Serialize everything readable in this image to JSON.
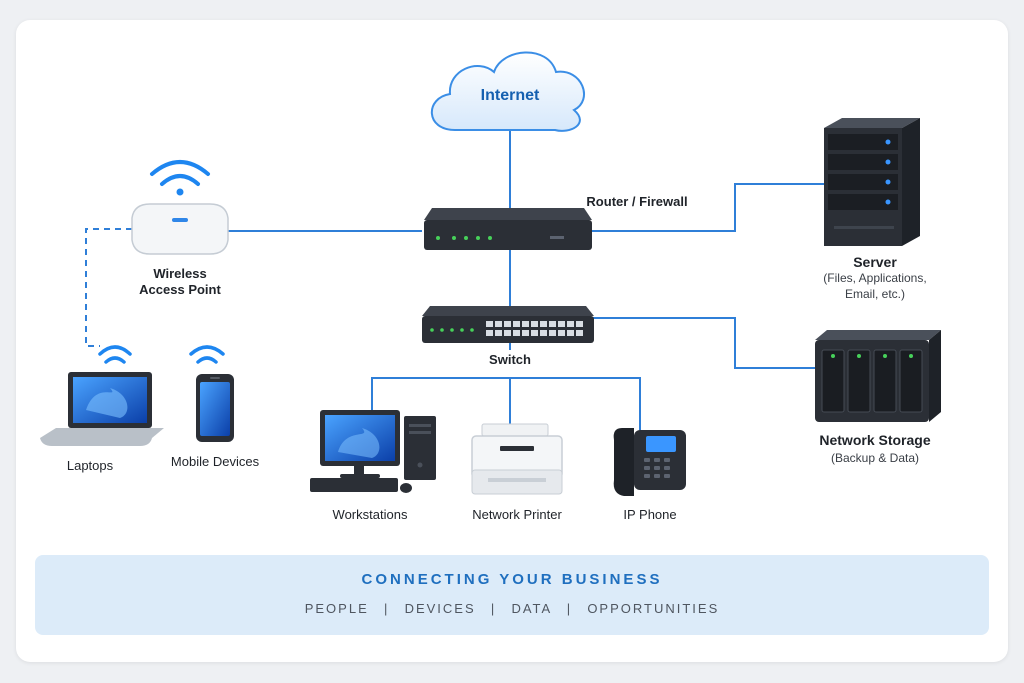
{
  "nodes": {
    "internet": "Internet",
    "router": "Router / Firewall",
    "switch": "Switch",
    "wireless_ap": {
      "line1": "Wireless",
      "line2": "Access Point"
    },
    "server": {
      "title": "Server",
      "line1": "(Files, Applications,",
      "line2": "Email, etc.)"
    },
    "storage": {
      "title": "Network Storage",
      "sub": "(Backup & Data)"
    },
    "laptops": "Laptops",
    "mobile": "Mobile Devices",
    "workstations": "Workstations",
    "printer": "Network Printer",
    "phone": "IP Phone"
  },
  "banner": {
    "title": "CONNECTING YOUR BUSINESS",
    "subtitle": "PEOPLE  |  DEVICES  |  DATA  |  OPPORTUNITIES"
  },
  "colors": {
    "link": "#2f7fd8",
    "device_dark": "#2c3038",
    "led_green": "#47d15a",
    "accent_blue": "#1f6fbf",
    "banner_bg": "#dcebf9"
  }
}
